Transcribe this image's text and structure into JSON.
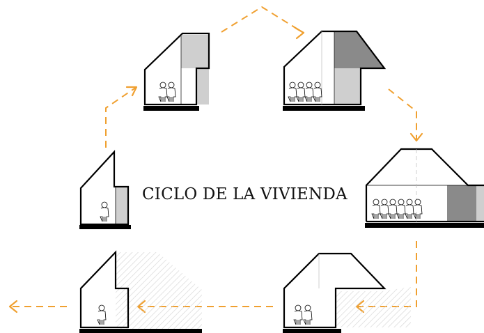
{
  "title": "CICLO DE LA VIVIENDA",
  "colors": {
    "arrow": "#f0a030",
    "outline": "#000000",
    "module_light": "#cfcfcf",
    "module_dark": "#8a8a8a",
    "hatch": "#d9d9d9"
  },
  "stages": [
    {
      "id": "stage-1",
      "occupants": 1,
      "module_shade": "light"
    },
    {
      "id": "stage-2",
      "occupants": 2,
      "module_shade": "light"
    },
    {
      "id": "stage-3",
      "occupants": 4,
      "module_shade": "light"
    },
    {
      "id": "stage-4",
      "occupants": 6,
      "module_shade": "dark"
    },
    {
      "id": "stage-5",
      "occupants": 2,
      "module_shade": "hatched"
    },
    {
      "id": "stage-6",
      "occupants": 1,
      "module_shade": "hatched"
    }
  ]
}
